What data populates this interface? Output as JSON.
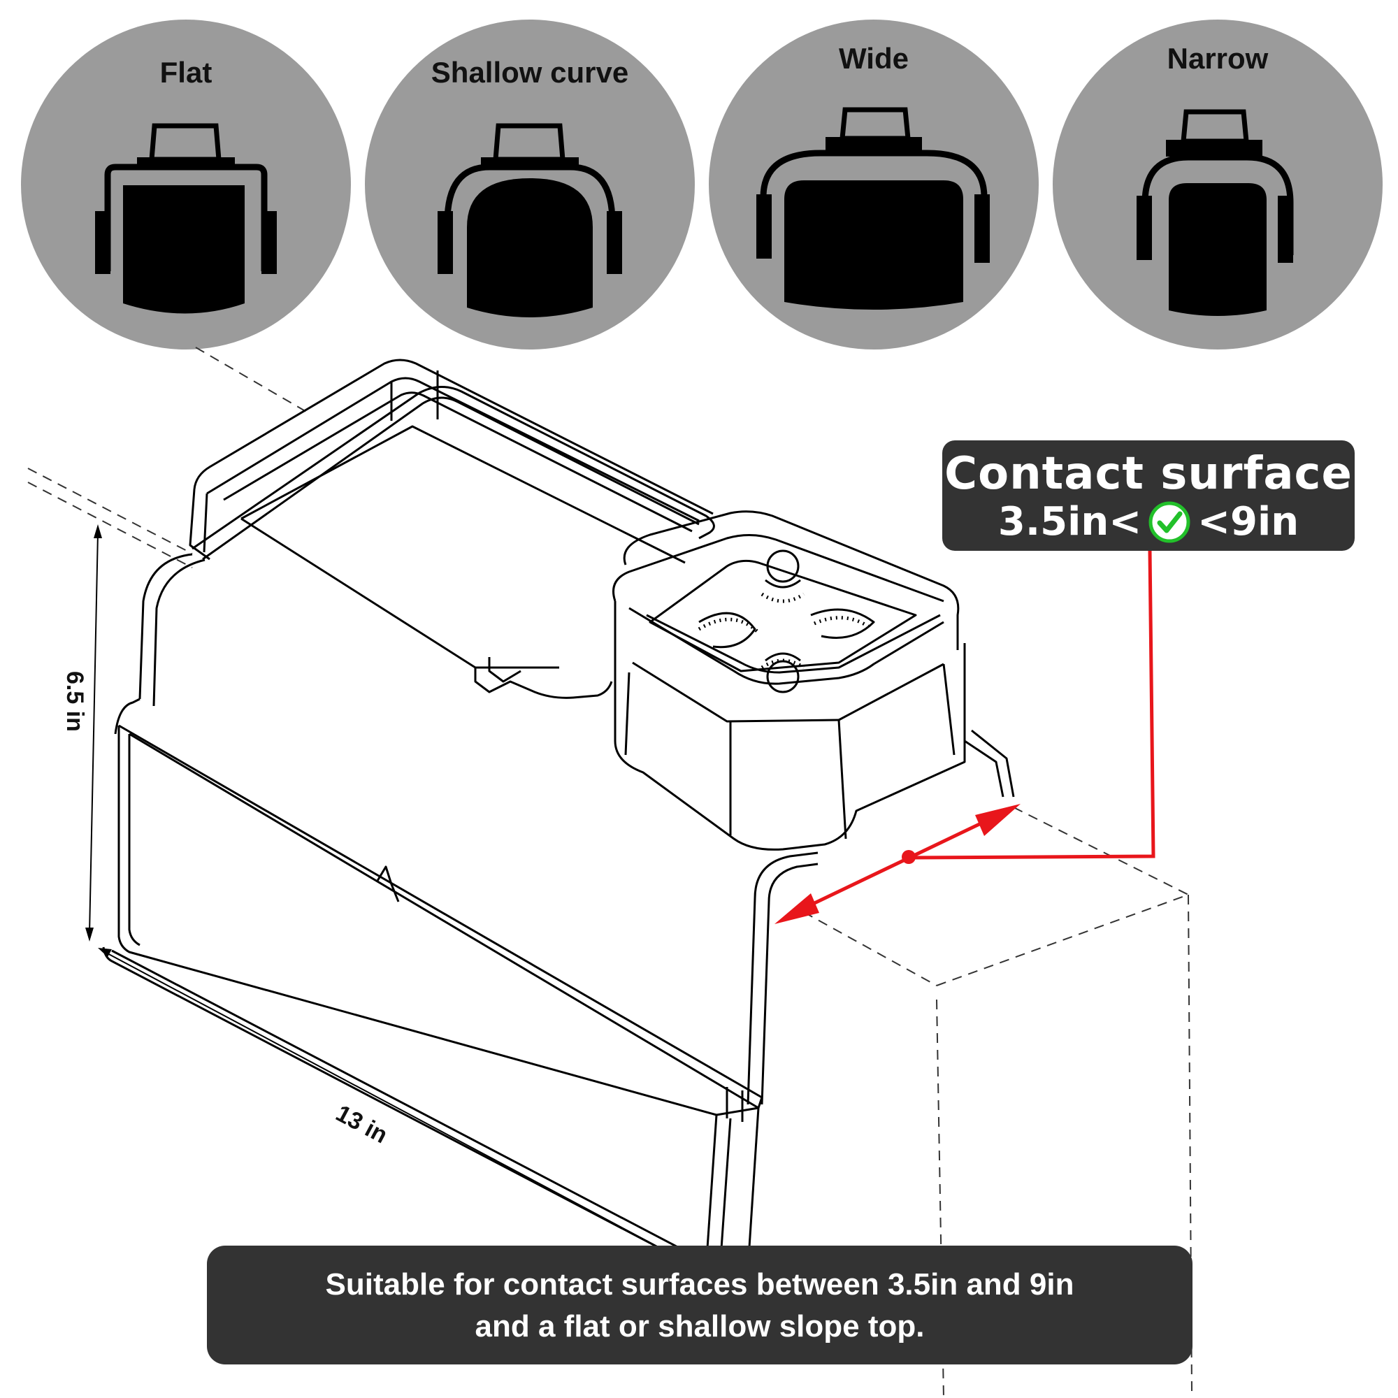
{
  "shapes": [
    {
      "label": "Flat",
      "icon": "flat-console-icon"
    },
    {
      "label": "Shallow curve",
      "icon": "shallow-curve-console-icon"
    },
    {
      "label": "Wide",
      "icon": "wide-console-icon"
    },
    {
      "label": "Narrow",
      "icon": "narrow-console-icon"
    }
  ],
  "dimensions": {
    "height": "6.5 in",
    "length": "13 in"
  },
  "contact": {
    "title": "Contact surface",
    "min": "3.5in<",
    "max": "<9in",
    "check_icon": "green-check-circle-icon"
  },
  "footer": {
    "line1": "Suitable for contact surfaces between 3.5in and 9in",
    "line2": "and a flat or shallow slope top."
  },
  "colors": {
    "circle_fill": "#9b9b9b",
    "box_fill": "#333333",
    "accent_red": "#e8161b",
    "check_green": "#22c02a"
  }
}
